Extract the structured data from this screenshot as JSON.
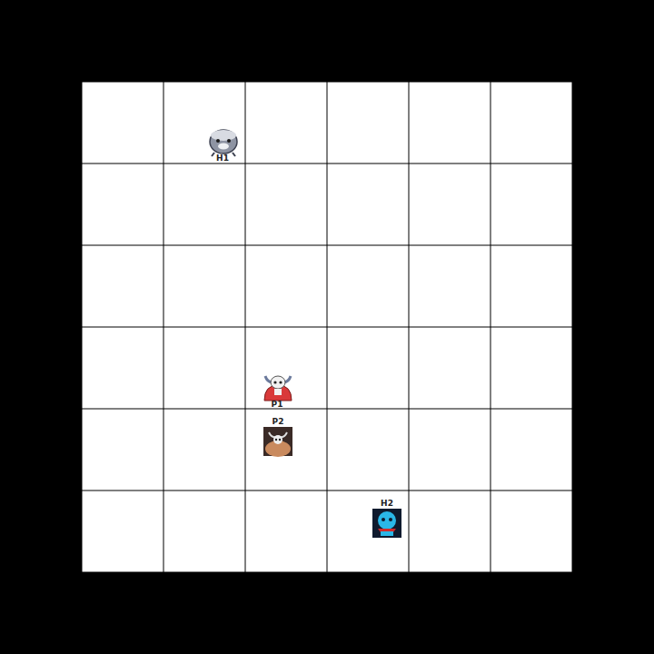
{
  "diagram": {
    "labels": [
      "H1",
      "P1",
      "P2",
      "H2"
    ]
  }
}
